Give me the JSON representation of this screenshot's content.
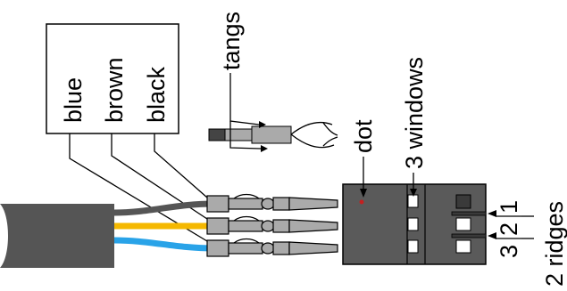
{
  "wire_labels": [
    "blue",
    "brown",
    "black"
  ],
  "tangs_label": "tangs",
  "dot_label": "dot",
  "windows_label": "3 windows",
  "ridges_label": "2 ridges",
  "pin_numbers": [
    "1",
    "2",
    "3"
  ],
  "colors": {
    "wire_black": "#555555",
    "wire_brown": "#f5b800",
    "wire_blue": "#29a3e8",
    "cable_jacket": "#555555",
    "connector_housing": "#5a5a5a",
    "terminal_metal": "#aaaaaa",
    "line": "#000000"
  }
}
